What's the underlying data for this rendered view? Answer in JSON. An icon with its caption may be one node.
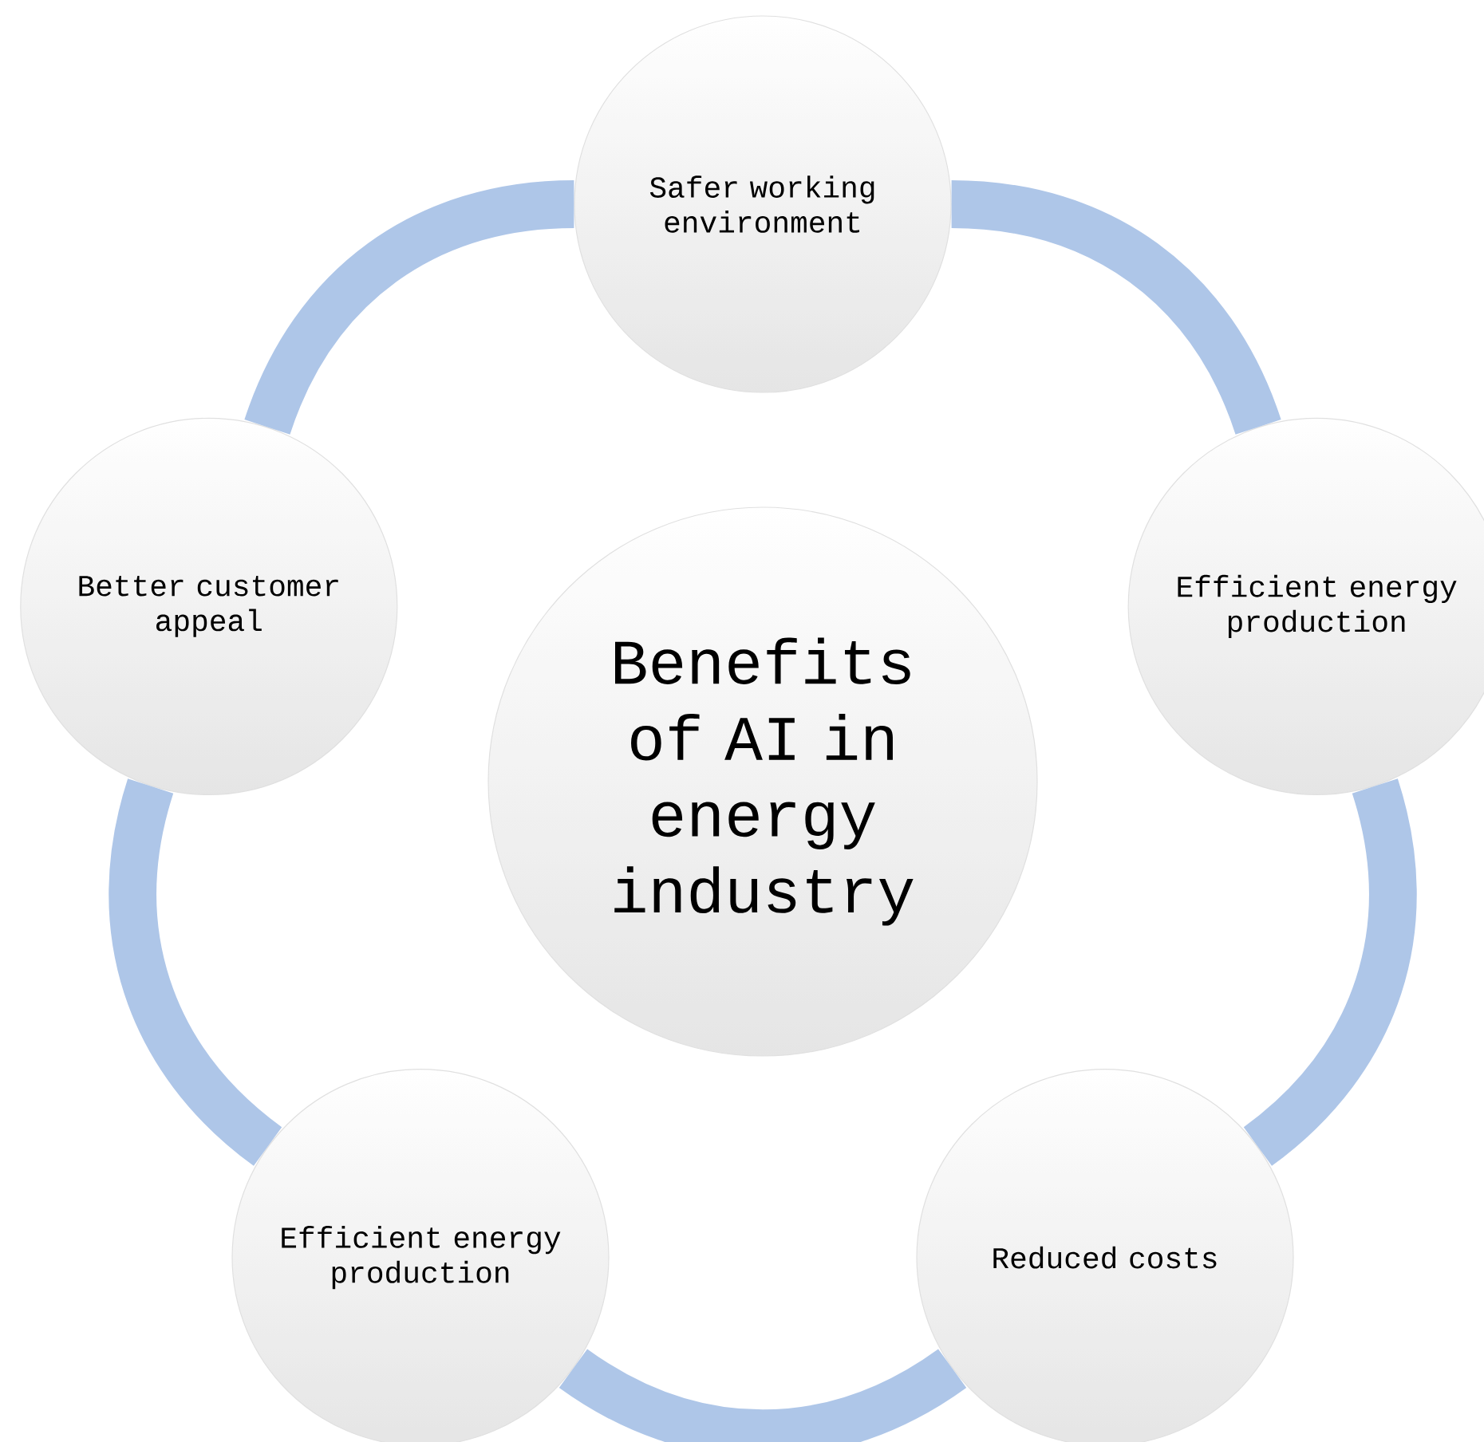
{
  "diagram": {
    "nodes": [
      {
        "text": [
          "Benefits of AI in energy industry"
        ]
      },
      {
        "text": [
          "Safer working environment"
        ]
      },
      {
        "text": [
          "Efficient energy production"
        ]
      },
      {
        "text": [
          "Reduced costs"
        ]
      },
      {
        "text": [
          "Efficient energy production"
        ]
      },
      {
        "text": [
          "Better customer appeal"
        ]
      }
    ],
    "edges": [
      {
        "from": 1,
        "to": 2,
        "arrow": "none"
      },
      {
        "from": 2,
        "to": 3,
        "arrow": "none"
      },
      {
        "from": 3,
        "to": 4,
        "arrow": "none"
      },
      {
        "from": 4,
        "to": 5,
        "arrow": "none"
      },
      {
        "from": 5,
        "to": 1,
        "arrow": "none"
      }
    ]
  }
}
